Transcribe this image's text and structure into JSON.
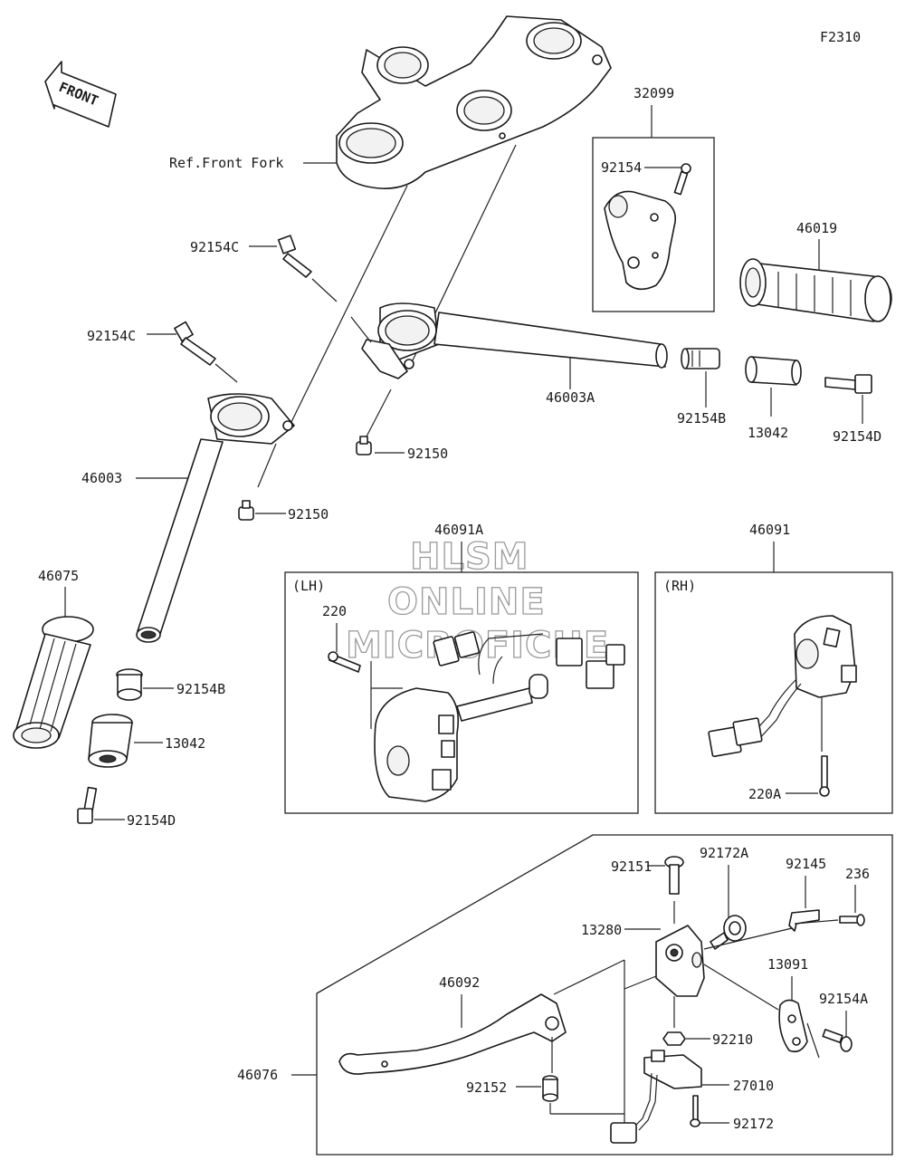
{
  "figure_code": "F2310",
  "front_label": "FRONT",
  "watermark": [
    "HLSM",
    "ONLINE",
    "MICROFICHE"
  ],
  "ref_label": "Ref.Front Fork",
  "boxes": {
    "lh": "(LH)",
    "rh": "(RH)"
  },
  "parts": {
    "p32099": "32099",
    "p92154": "92154",
    "p46019": "46019",
    "p92154C_a": "92154C",
    "p92154C_b": "92154C",
    "p46003A": "46003A",
    "p92154B_r": "92154B",
    "p13042_r": "13042",
    "p92154D_r": "92154D",
    "p92150_a": "92150",
    "p92150_b": "92150",
    "p46003": "46003",
    "p46075": "46075",
    "p92154B_l": "92154B",
    "p13042_l": "13042",
    "p92154D_l": "92154D",
    "p46091A": "46091A",
    "p220": "220",
    "p46091": "46091",
    "p220A": "220A",
    "p92151": "92151",
    "p92172A": "92172A",
    "p92145": "92145",
    "p236": "236",
    "p13280": "13280",
    "p13091": "13091",
    "p92154A": "92154A",
    "p46092": "46092",
    "p92210": "92210",
    "p46076": "46076",
    "p92152": "92152",
    "p27010": "27010",
    "p92172": "92172"
  }
}
